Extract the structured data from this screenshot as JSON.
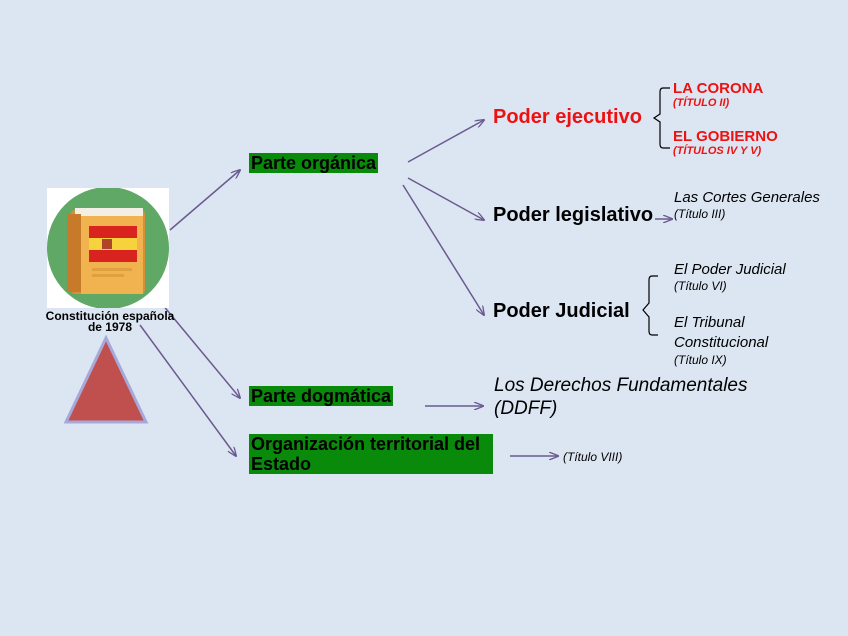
{
  "constitution": {
    "caption": "Constitución española de 1978"
  },
  "parts": {
    "organica": "Parte orgánica",
    "dogmatica": "Parte dogmática",
    "territorial": "Organización territorial del Estado"
  },
  "powers": {
    "ejecutivo": {
      "label": "Poder ejecutivo",
      "items": [
        {
          "title": "LA CORONA",
          "sub": "(TÍTULO II)"
        },
        {
          "title": "EL GOBIERNO",
          "sub": "(TÍTULOS IV Y V)"
        }
      ]
    },
    "legislativo": {
      "label": "Poder legislativo",
      "items": [
        {
          "title": "Las Cortes Generales",
          "sub": "(Título III)"
        }
      ]
    },
    "judicial": {
      "label": "Poder Judicial",
      "items": [
        {
          "title": "El Poder Judicial",
          "sub": "(Título VI)"
        },
        {
          "title": "El Tribunal Constitucional",
          "sub": "(Título IX)"
        }
      ]
    }
  },
  "dogmatica_target": "Los Derechos Fundamentales (DDFF)",
  "territorial_target": "(Título VIII)",
  "colors": {
    "background": "#dce6f2",
    "green_box": "#0a8a0a",
    "accent_red": "#ee1111",
    "arrow": "#6a5a90",
    "triangle": "#c0504d",
    "triangle_border": "#a8a8d8",
    "emblem_circle": "#5fa866"
  }
}
